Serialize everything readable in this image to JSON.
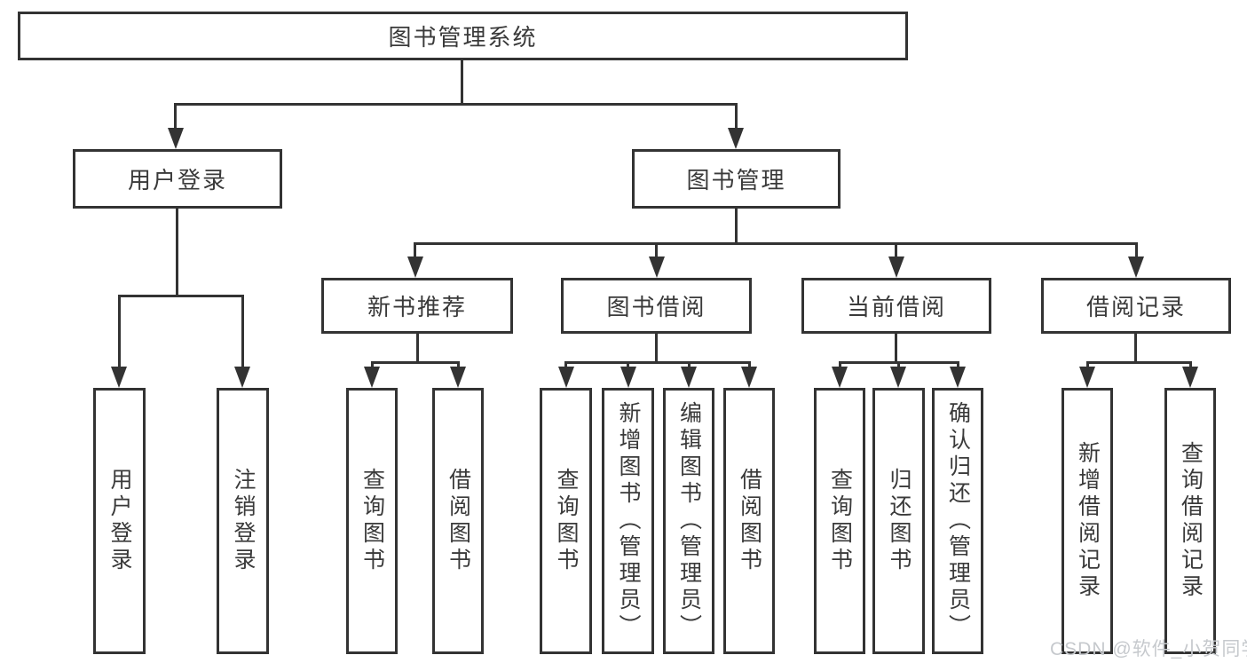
{
  "title": "图书管理系统",
  "nodes": {
    "root": "图书管理系统",
    "user_login": "用户登录",
    "book_mgmt": "图书管理",
    "new_book_rec": "新书推荐",
    "book_borrow": "图书借阅",
    "current_borrow": "当前借阅",
    "borrow_records": "借阅记录",
    "ul_user_login": "用户登录",
    "ul_logout": "注销登录",
    "nbr_query_books": "查询图书",
    "nbr_borrow_books": "借阅图书",
    "bb_query_books": "查询图书",
    "bb_add_books": "新增图书（管理员）",
    "bb_edit_books": "编辑图书（管理员）",
    "bb_borrow_books": "借阅图书",
    "cb_query_books": "查询图书",
    "cb_return_books": "归还图书",
    "cb_confirm_return": "确认归还（管理员）",
    "br_add_record": "新增借阅记录",
    "br_query_record": "查询借阅记录"
  },
  "watermark": "CSDN @软件_小贺同学",
  "colors": {
    "line": "#333333",
    "text": "#3a3a3a",
    "background": "#ffffff",
    "watermark": "#c6c9cd"
  }
}
